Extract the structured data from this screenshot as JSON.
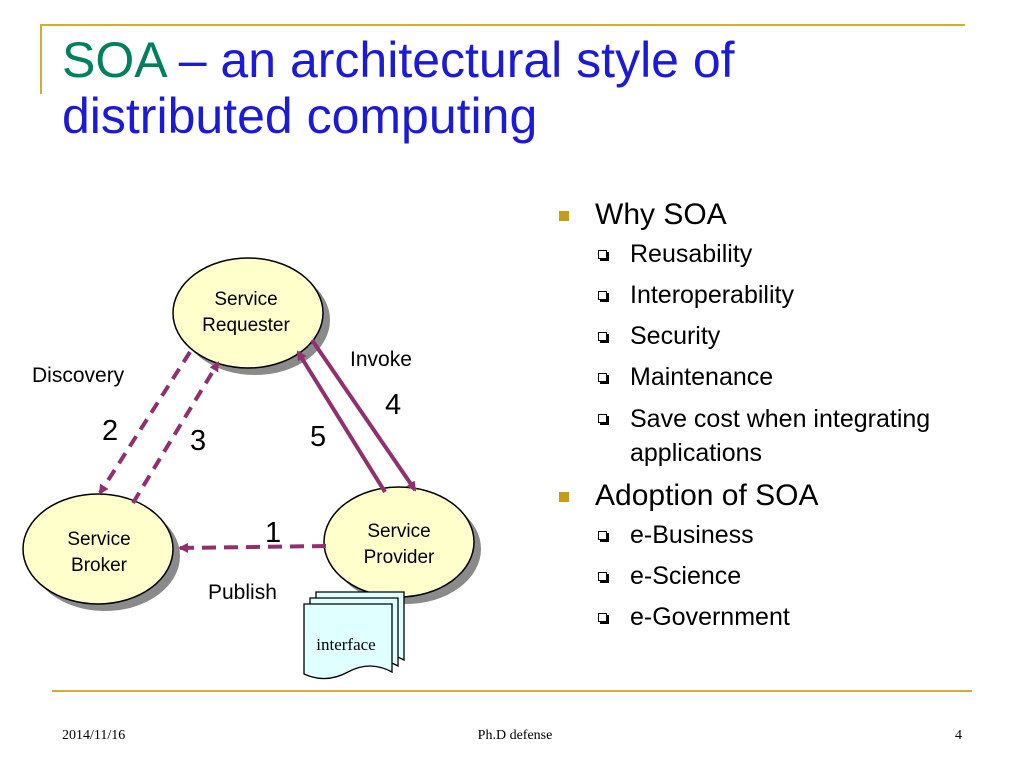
{
  "title": {
    "lead": "SOA",
    "rest": " – an architectural style of distributed computing"
  },
  "diagram": {
    "nodes": {
      "requester": [
        "Service",
        "Requester"
      ],
      "broker": [
        "Service",
        "Broker"
      ],
      "provider": [
        "Service",
        "Provider"
      ]
    },
    "labels": {
      "discovery": "Discovery",
      "invoke": "Invoke",
      "publish": "Publish",
      "interface": "interface"
    },
    "steps": [
      "1",
      "2",
      "3",
      "4",
      "5"
    ]
  },
  "bullets": [
    {
      "label": "Why SOA",
      "items": [
        "Reusability",
        "Interoperability",
        "Security",
        "Maintenance",
        "Save cost when integrating applications"
      ]
    },
    {
      "label": "Adoption of SOA",
      "items": [
        "e-Business",
        "e-Science",
        "e-Government"
      ]
    }
  ],
  "footer": {
    "date": "2014/11/16",
    "title": "Ph.D defense",
    "page": "4"
  },
  "colors": {
    "title": "#1a1ad8",
    "title_lead": "#00805e",
    "arrows": "#92306f",
    "node_fill": "#ffffcc",
    "accent": "#d2ad3c"
  }
}
